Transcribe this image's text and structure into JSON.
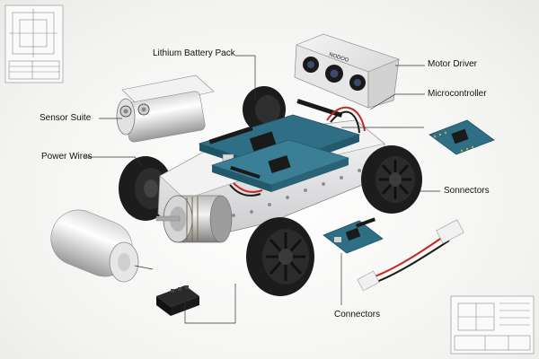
{
  "labels": {
    "lithium_battery_pack": "Lithium Battery Pack",
    "motor_driver": "Motor Driver",
    "microcontroller": "Microcontroller",
    "sensor_suite": "Sensor Suite",
    "power_wires": "Power Wires",
    "sonnectors": "Sonnectors",
    "connectors": "Connectors"
  },
  "sensor_text": "NODOO",
  "colors": {
    "pcb": "#2e6f86",
    "pcb_dark": "#1f5263",
    "tire": "#1c1c1c",
    "chassis": "#e9eaec",
    "wire_red": "#c22a22",
    "wire_black": "#1a1a1a",
    "header": "#1a1a1a",
    "line": "#333333"
  }
}
